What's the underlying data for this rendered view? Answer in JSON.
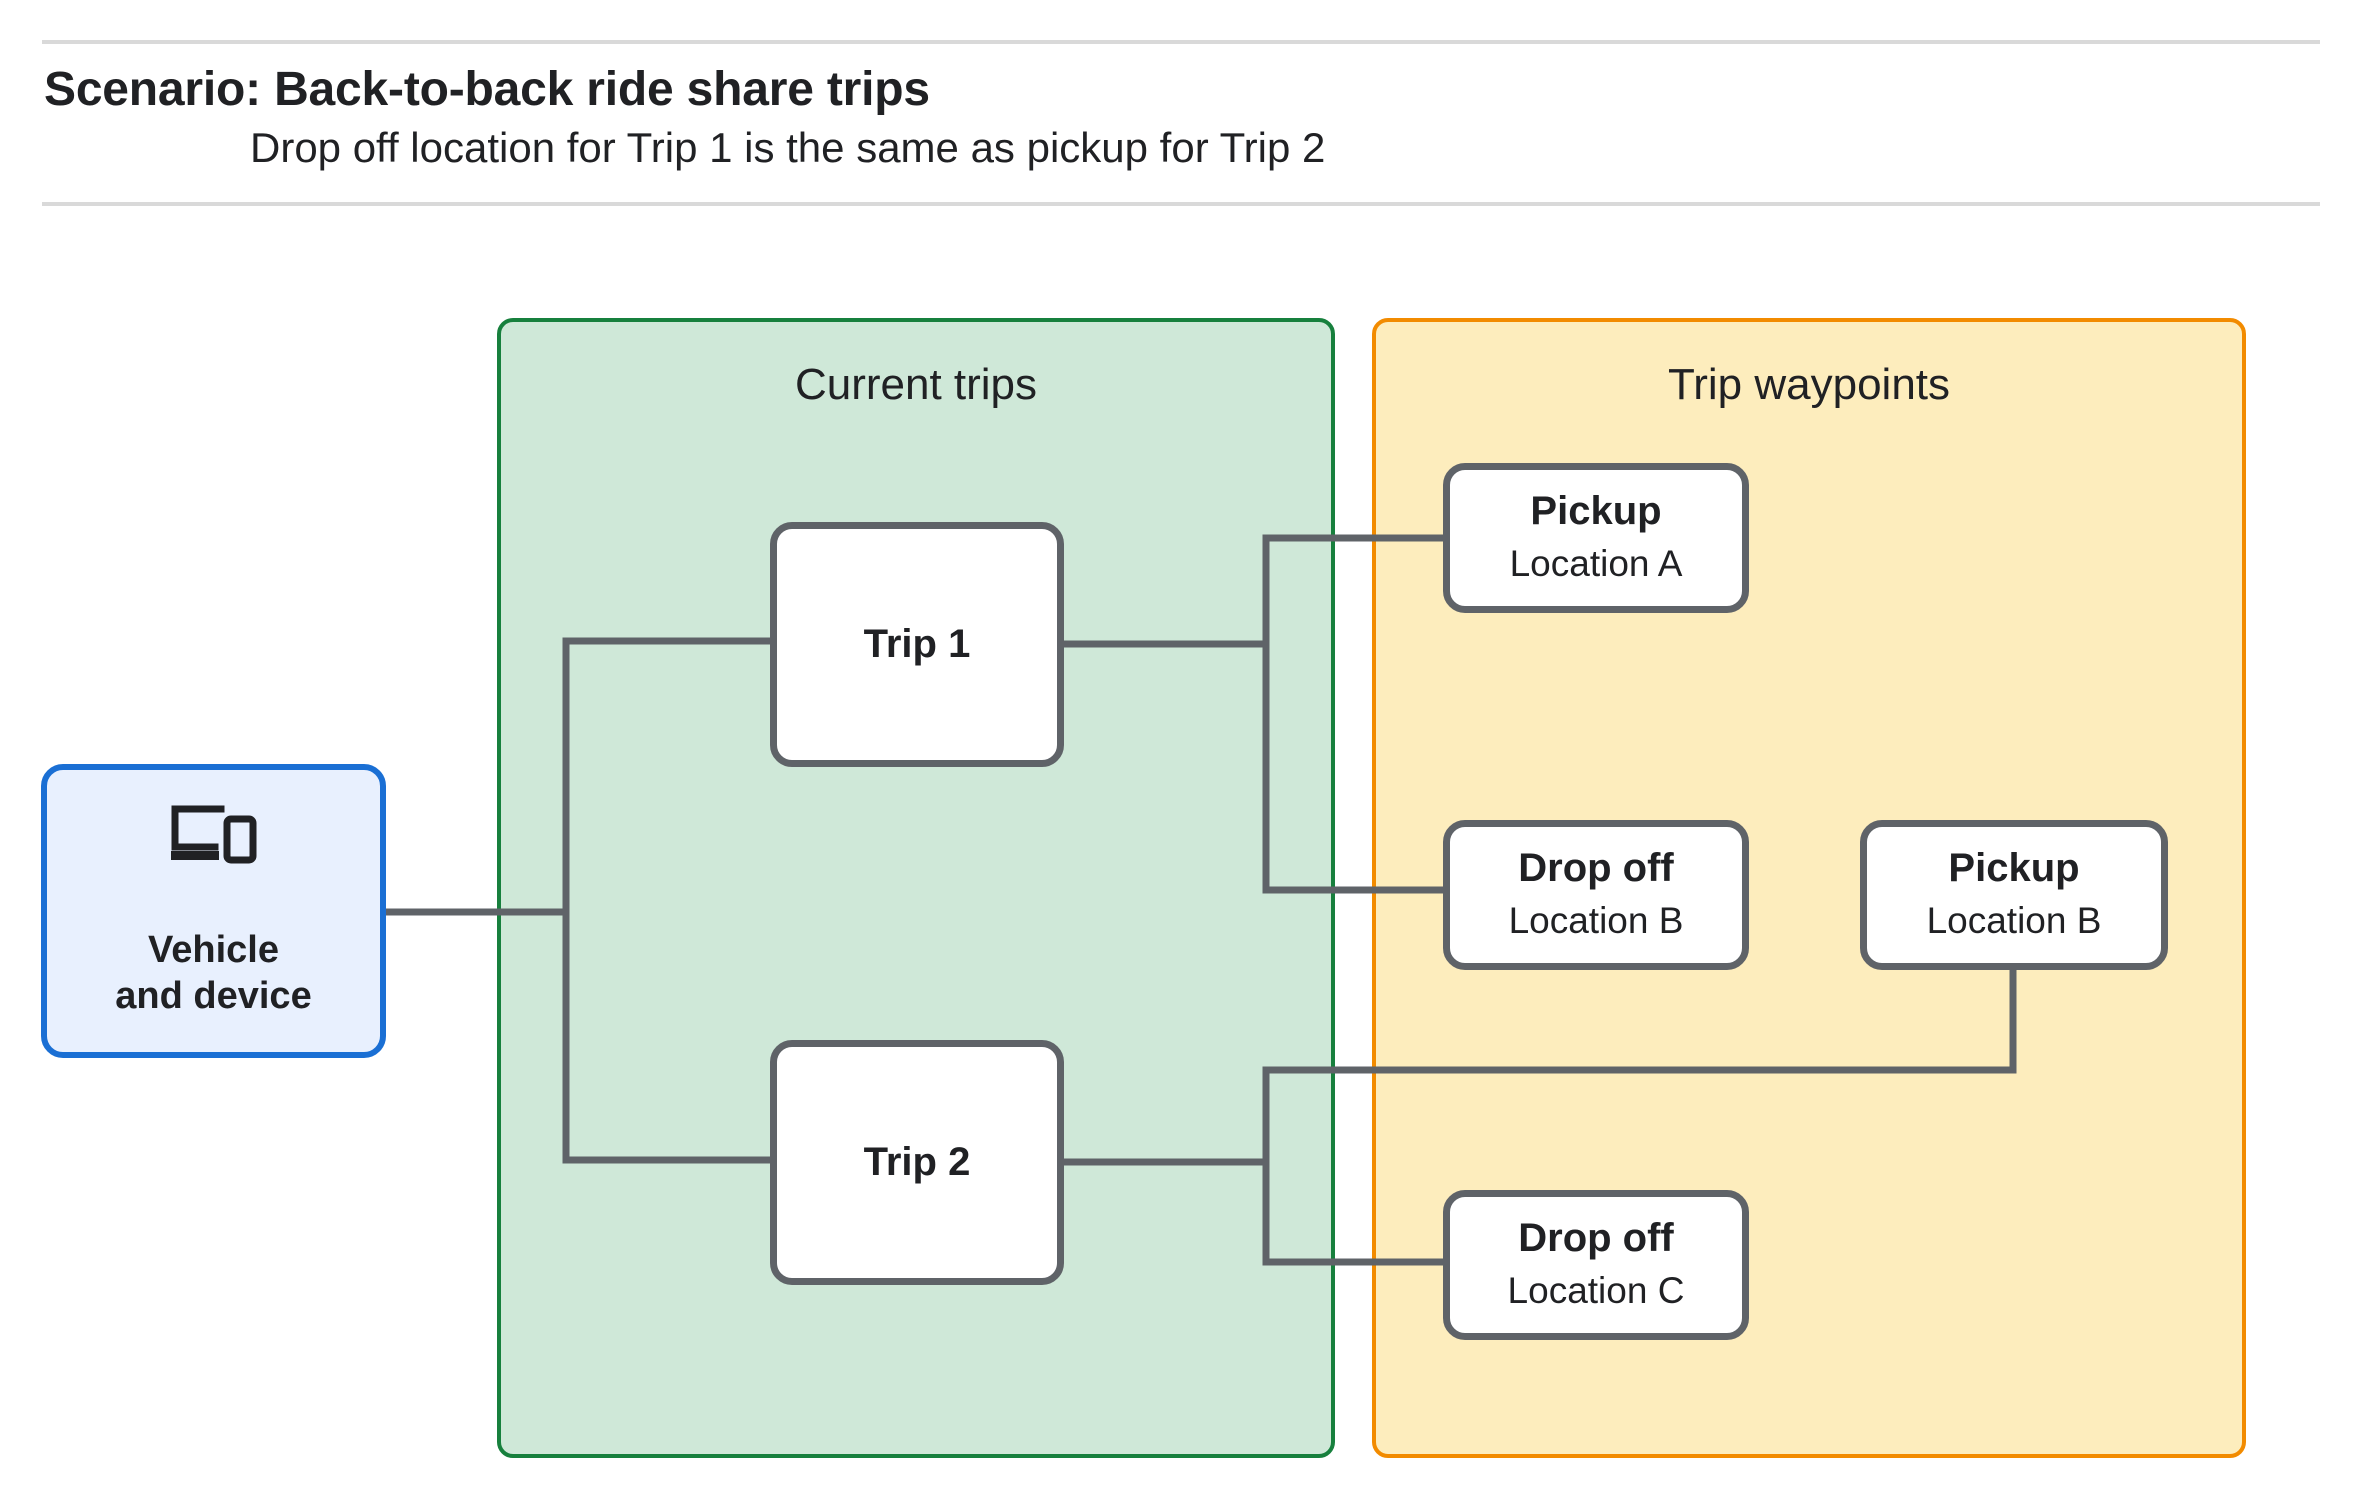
{
  "header": {
    "title": "Scenario: Back-to-back ride share trips",
    "subtitle": "Drop off  location for Trip 1 is the same as pickup for Trip 2"
  },
  "groups": {
    "current_trips": {
      "title": "Current trips",
      "fill": "#cfe8d8",
      "border": "#17803d"
    },
    "trip_waypoints": {
      "title": "Trip waypoints",
      "fill": "#fdedbd",
      "border": "#f28b00"
    }
  },
  "vehicle": {
    "label": "Vehicle\nand device",
    "icon": "laptop-and-phone-icon",
    "fill": "#e8f0fe",
    "border": "#1a6fd4"
  },
  "trips": [
    {
      "label": "Trip 1"
    },
    {
      "label": "Trip 2"
    }
  ],
  "waypoints": [
    {
      "id": "pickup-a",
      "title": "Pickup",
      "location": "Location A"
    },
    {
      "id": "dropoff-b",
      "title": "Drop off",
      "location": "Location B"
    },
    {
      "id": "pickup-b",
      "title": "Pickup",
      "location": "Location B"
    },
    {
      "id": "dropoff-c",
      "title": "Drop off",
      "location": "Location C"
    }
  ],
  "colors": {
    "connector": "#5f6368",
    "node_border": "#5f6368",
    "rule": "#d9d9d9",
    "text": "#202124"
  }
}
